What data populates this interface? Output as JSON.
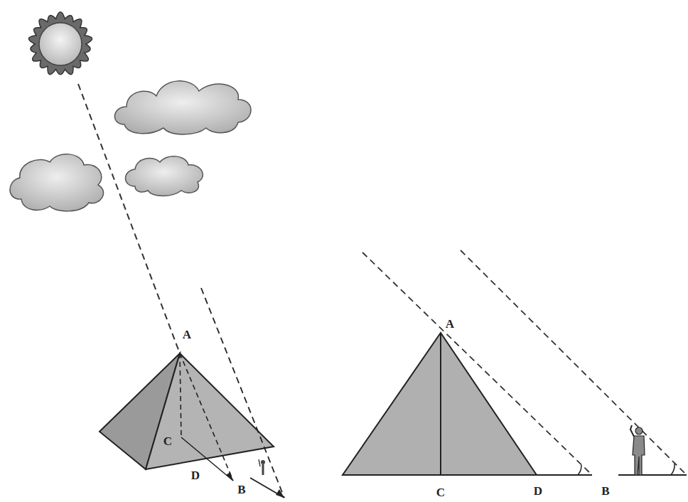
{
  "diagram": {
    "labels": [
      "A",
      "C",
      "D",
      "B",
      "A",
      "C",
      "D",
      "B"
    ]
  }
}
